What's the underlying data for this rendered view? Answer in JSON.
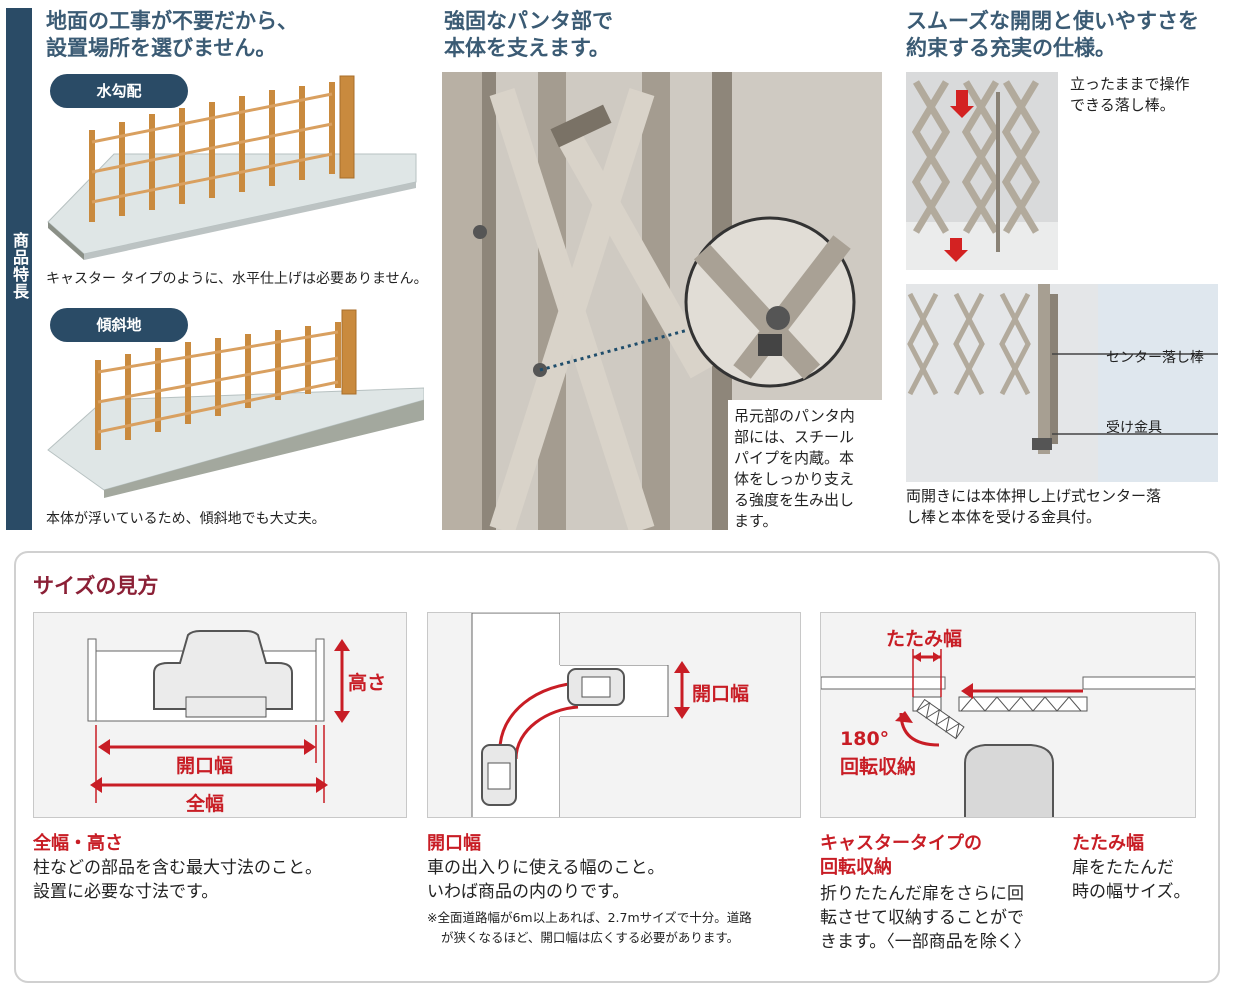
{
  "side_label": "商品特長",
  "features": {
    "install": {
      "heading_line1": "地面の工事が不要だから、",
      "heading_line2": "設置場所を選びません。",
      "flat_pill": "水勾配",
      "flat_caption": "キャスター タイプのように、水平仕上げは必要ありません。",
      "slope_pill": "傾斜地",
      "slope_caption": "本体が浮いているため、傾斜地でも大丈夫。"
    },
    "pantograph": {
      "heading_line1": "強固なパンタ部で",
      "heading_line2": "本体を支えます。",
      "caption_lines": [
        "吊元部のパンタ内",
        "部には、スチール",
        "パイプを内蔵。本",
        "体をしっかり支え",
        "る強度を生み出し",
        "ます。"
      ]
    },
    "spec": {
      "heading_line1": "スムーズな開閉と使いやすさを",
      "heading_line2": "約束する充実の仕様。",
      "drop_rod_line1": "立ったままで操作",
      "drop_rod_line2": "できる落し棒。",
      "center_rod_label": "センター落し棒",
      "receiver_label": "受け金具",
      "caption_line1": "両開きには本体押し上げ式センター落",
      "caption_line2": "し棒と本体を受ける金具付。"
    }
  },
  "size_guide": {
    "title": "サイズの見方",
    "diagram1": {
      "height_label": "高さ",
      "opening_label": "開口幅",
      "total_label": "全幅",
      "heading": "全幅・高さ",
      "body_line1": "柱などの部品を含む最大寸法のこと。",
      "body_line2": "設置に必要な寸法です。"
    },
    "diagram2": {
      "opening_label": "開口幅",
      "heading": "開口幅",
      "body_line1": "車の出入りに使える幅のこと。",
      "body_line2": "いわば商品の内のりです。",
      "note_line1": "※全面道路幅が6m以上あれば、2.7mサイズで十分。道路",
      "note_line2": "が狭くなるほど、開口幅は広くする必要があります。"
    },
    "diagram3": {
      "fold_label": "たたみ幅",
      "rotate_deg": "180°",
      "rotate_label": "回転収納",
      "heading1_line1": "キャスタータイプの",
      "heading1_line2": "回転収納",
      "body1_line1": "折りたたんだ扉をさらに回",
      "body1_line2": "転させて収納することがで",
      "body1_line3": "きます。〈一部商品を除く〉",
      "heading2": "たたみ幅",
      "body2_line1": "扉をたたんだ",
      "body2_line2": "時の幅サイズ。"
    }
  },
  "colors": {
    "band": "#2a4b66",
    "heading": "#3b5b74",
    "accent_red": "#c81d25",
    "title_maroon": "#8b2036"
  }
}
